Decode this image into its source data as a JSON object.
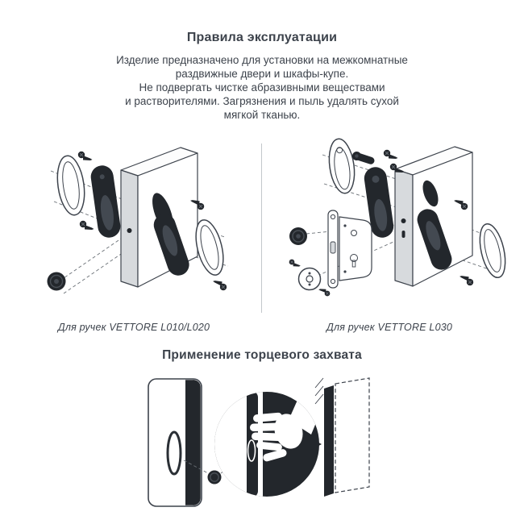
{
  "page": {
    "title": "Правила эксплуатации",
    "intro_lines": [
      "Изделие предназначено для установки на межкомнатные",
      "раздвижные двери и шкафы-купе.",
      "Не подвергать чистке абразивными веществами",
      "и растворителями. Загрязнения и пыль удалять сухой",
      "мягкой тканью."
    ],
    "captions": {
      "left": "Для ручек VETTORE L010/L020",
      "right": "Для ручек VETTORE L030"
    },
    "section2_title": "Применение торцевого захвата",
    "icons": {
      "screw": "screw-icon",
      "arrow": "arrow-right-icon",
      "hand": "hand-icon"
    },
    "colors": {
      "text": "#3d434c",
      "dark_part": "#23272c",
      "block_shade": "#d7dadd",
      "divider": "#c3c7cb",
      "background": "#ffffff"
    }
  }
}
